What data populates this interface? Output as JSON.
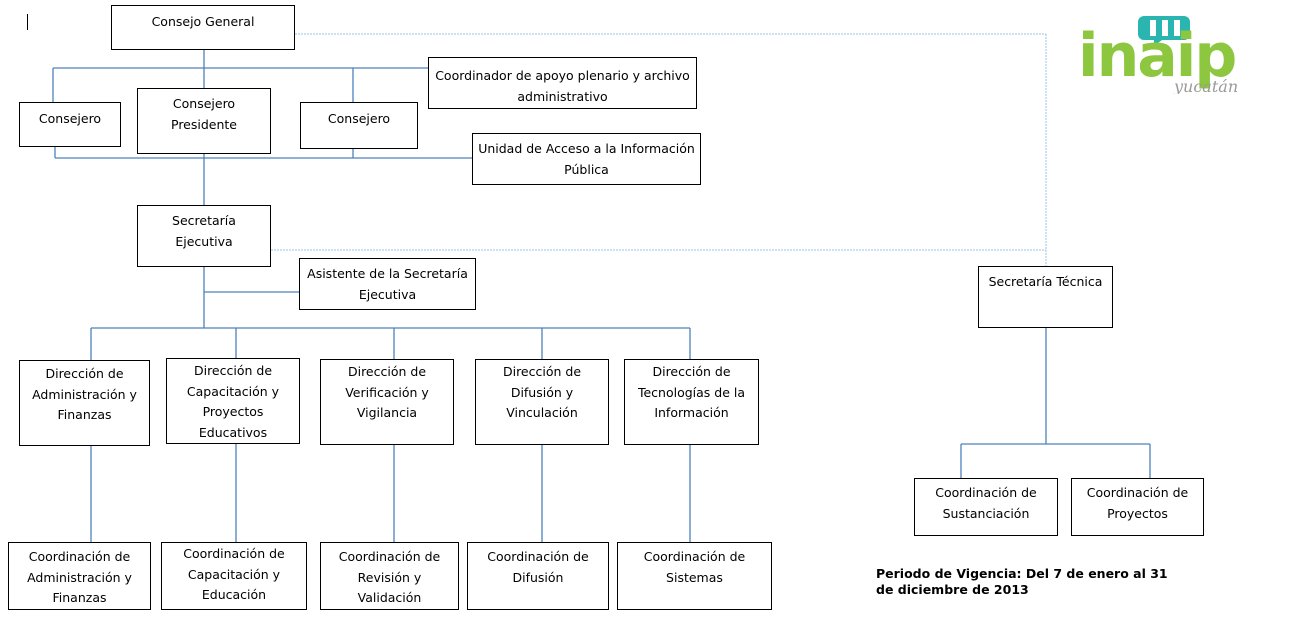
{
  "nodes": {
    "consejo_general": "Consejo General",
    "coordinador_apoyo": "Coordinador de apoyo plenario y archivo\nadministrativo",
    "consejero_left": "Consejero",
    "consejero_presidente": "Consejero\nPresidente",
    "consejero_right": "Consejero",
    "unidad_acceso": "Unidad de Acceso a la Información\nPública",
    "secretaria_ejecutiva": "Secretaría\nEjecutiva",
    "asistente": "Asistente de la Secretaría\nEjecutiva",
    "secretaria_tecnica": "Secretaría Técnica",
    "dir_admin": "Dirección de\nAdministración y\nFinanzas",
    "dir_capacitacion": "Dirección de\nCapacitación y\nProyectos\nEducativos",
    "dir_verificacion": "Dirección de\nVerificación y\nVigilancia",
    "dir_difusion": "Dirección de\nDifusión y\nVinculación",
    "dir_tecnologias": "Dirección de\nTecnologías de la\nInformación",
    "coord_admin": "Coordinación de\nAdministración y\nFinanzas",
    "coord_capacitacion": "Coordinación de\nCapacitación y\nEducación",
    "coord_revision": "Coordinación de\nRevisión y\nValidación",
    "coord_difusion": "Coordinación de\nDifusión",
    "coord_sistemas": "Coordinación de\nSistemas",
    "coord_sustanciacion": "Coordinación de\nSustanciación",
    "coord_proyectos": "Coordinación de\nProyectos"
  },
  "logo": {
    "text": "inaip",
    "subtext": "yucatán",
    "color": "#8dc63f",
    "icon_color": "#2bb5b0",
    "subtext_color": "#9a9a9a"
  },
  "footer": {
    "vigencia": "Periodo de Vigencia: Del 7 de enero al 31\nde diciembre de 2013"
  },
  "colors": {
    "connector": "#4f81bd",
    "dashed_connector": "#9dc3e6",
    "box_border": "#000000"
  }
}
